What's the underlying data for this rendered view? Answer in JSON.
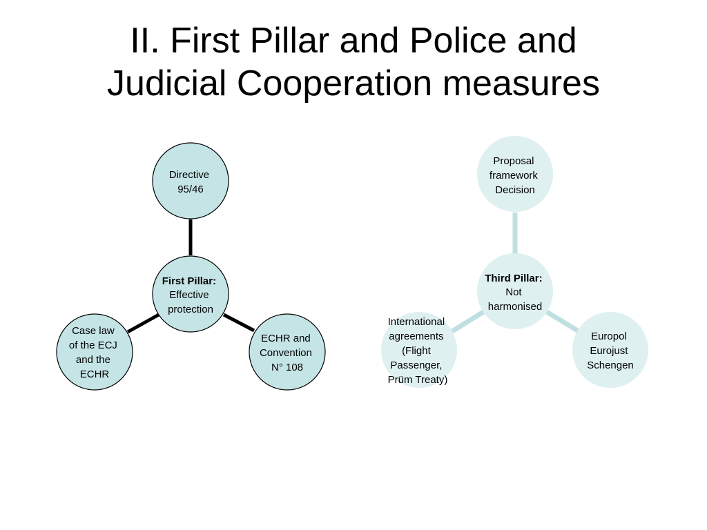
{
  "title": {
    "line1": "II. First Pillar and Police and",
    "line2": "Judicial Cooperation measures"
  },
  "first_pillar": {
    "center": {
      "bold": "First Pillar:",
      "lines": [
        "Effective",
        "protection"
      ]
    },
    "top": {
      "lines": [
        "Directive",
        "95/46"
      ]
    },
    "left": {
      "lines": [
        "Case law",
        "of the ECJ",
        "and the",
        "ECHR"
      ]
    },
    "right": {
      "lines": [
        "ECHR and",
        "Convention",
        "N° 108"
      ]
    },
    "colors": {
      "fill": "#c5e4e6",
      "stroke": "#000000",
      "connector": "#000000"
    }
  },
  "third_pillar": {
    "center": {
      "bold": "Third Pillar:",
      "lines": [
        "Not",
        "harmonised"
      ]
    },
    "top": {
      "lines": [
        "Proposal",
        "framework",
        "Decision"
      ]
    },
    "left": {
      "lines": [
        "International",
        "agreements",
        "(Flight",
        "Passenger,",
        "Prüm Treaty)"
      ]
    },
    "right": {
      "lines": [
        "Europol",
        "Eurojust",
        "Schengen"
      ]
    },
    "colors": {
      "fill": "#dff0f1",
      "connector": "#bfe0e2"
    }
  }
}
